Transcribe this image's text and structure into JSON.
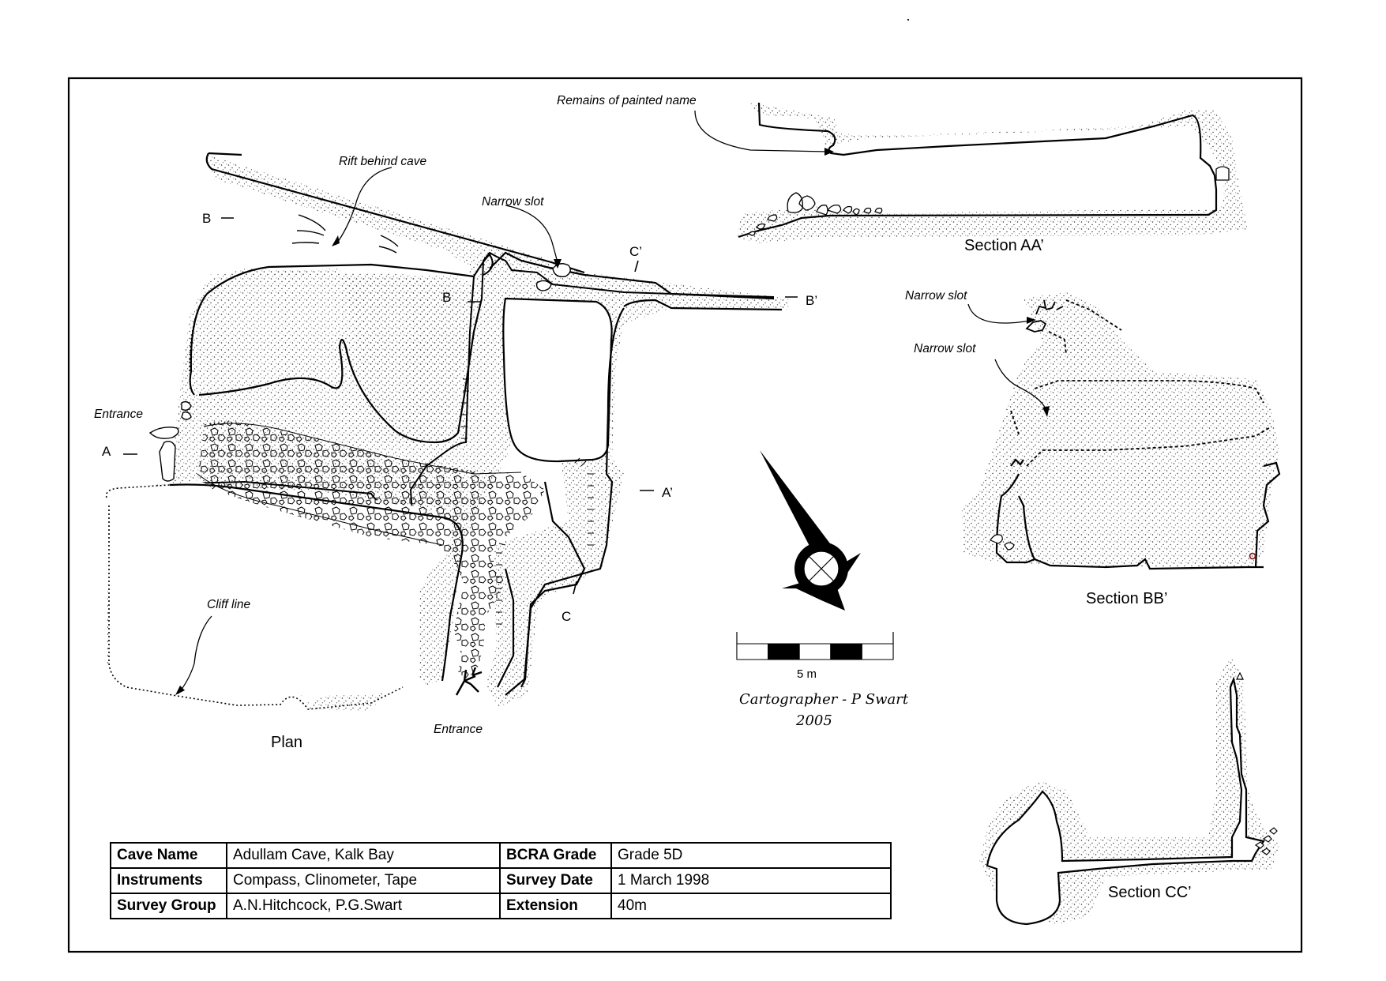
{
  "labels": {
    "remains_of_painted_name": "Remains of painted name",
    "rift_behind_cave": "Rift behind cave",
    "narrow_slot_plan": "Narrow slot",
    "narrow_slot_bb_upper": "Narrow slot",
    "narrow_slot_bb_lower": "Narrow slot",
    "entrance_left": "Entrance",
    "entrance_bottom": "Entrance",
    "cliff_line": "Cliff line",
    "plan": "Plan",
    "section_aa": "Section AA’",
    "section_bb": "Section BB’",
    "section_cc": "Section CC’"
  },
  "section_markers": {
    "a": "A",
    "a_prime": "A’",
    "b_outer": "B",
    "b_inner": "B",
    "b_prime": "B’",
    "c": "C",
    "c_prime": "C’"
  },
  "scale_bar": {
    "label": "5 m",
    "segments": 5
  },
  "credit": {
    "cartographer": "Cartographer - P Swart",
    "year": "2005"
  },
  "survey_info": {
    "rows": [
      [
        {
          "k": "Cave Name",
          "v": "Adullam Cave, Kalk Bay"
        },
        {
          "k": "BCRA Grade",
          "v": "Grade 5D"
        }
      ],
      [
        {
          "k": "Instruments",
          "v": "Compass, Clinometer, Tape"
        },
        {
          "k": "Survey Date",
          "v": "1 March 1998"
        }
      ],
      [
        {
          "k": "Survey Group",
          "v": "A.N.Hitchcock, P.G.Swart"
        },
        {
          "k": "Extension",
          "v": "40m"
        }
      ]
    ]
  }
}
